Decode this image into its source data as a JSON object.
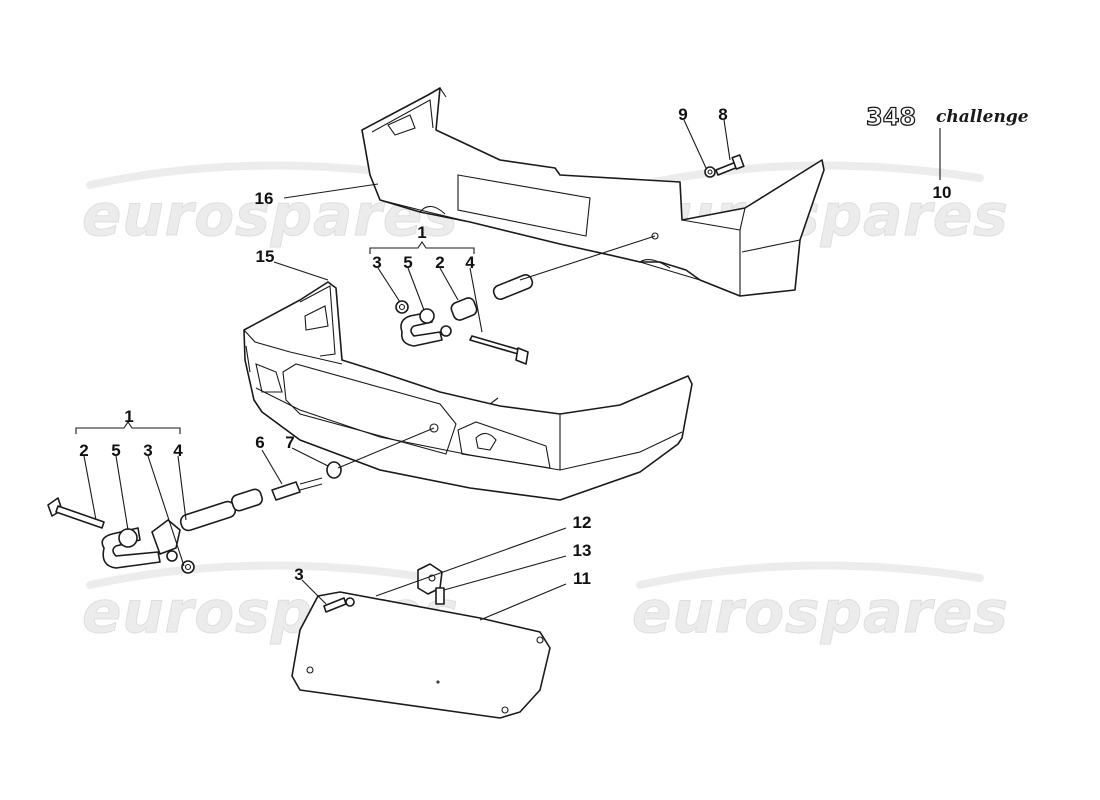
{
  "watermark": {
    "text": "eurospares"
  },
  "logo": {
    "model": "348",
    "script": "challenge"
  },
  "callouts": {
    "rear_1": "1",
    "rear_3": "3",
    "rear_5": "5",
    "rear_2": "2",
    "rear_4": "4",
    "p8": "8",
    "p9": "9",
    "p10": "10",
    "p16": "16",
    "p15": "15",
    "front_1": "1",
    "front_2": "2",
    "front_5": "5",
    "front_3": "3",
    "front_4": "4",
    "p6": "6",
    "p7": "7",
    "p12": "12",
    "p13": "13",
    "p11": "11",
    "p3_screw": "3"
  },
  "colors": {
    "line": "#1a1a1a",
    "watermark": "#ececec",
    "background": "#ffffff"
  }
}
